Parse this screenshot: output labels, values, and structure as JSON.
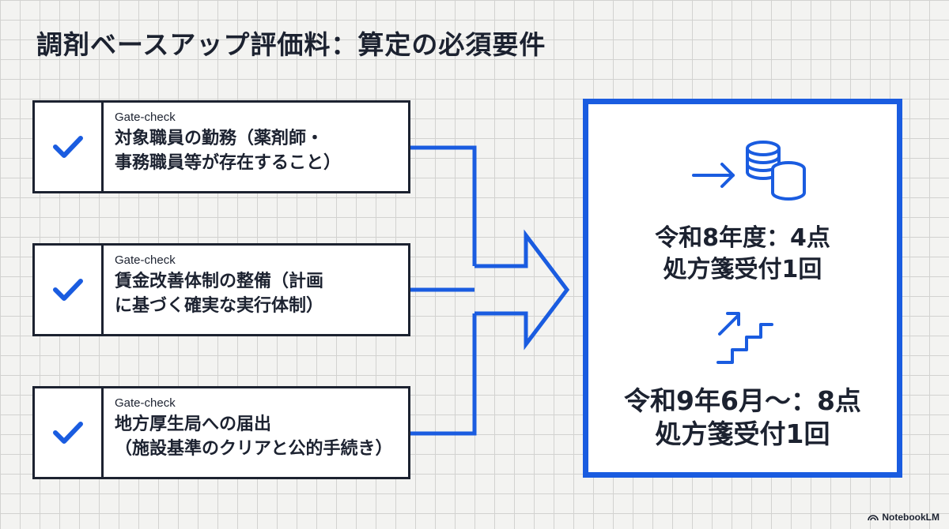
{
  "title": "調剤ベースアップ評価料：算定の必須要件",
  "gates": [
    {
      "tag": "Gate-check",
      "line1": "対象職員の勤務（薬剤師・",
      "line2": "事務職員等が存在すること）"
    },
    {
      "tag": "Gate-check",
      "line1": "賃金改善体制の整備（計画",
      "line2": "に基づく確実な実行体制）"
    },
    {
      "tag": "Gate-check",
      "line1": "地方厚生局への届出",
      "line2": "（施設基準のクリアと公的手続き）"
    }
  ],
  "result": {
    "first": {
      "line1": "令和8年度：4点",
      "line2": "処方箋受付1回"
    },
    "second": {
      "line1": "令和9年6月～：8点",
      "line2": "処方箋受付1回"
    }
  },
  "brand": "NotebookLM",
  "colors": {
    "accent": "#1a5ce0",
    "ink": "#1c2230",
    "background": "#f3f3f1"
  },
  "icons": [
    "check-icon",
    "arrow-right-icon",
    "coins-icon",
    "stairs-up-icon",
    "notebooklm-logo-icon"
  ]
}
